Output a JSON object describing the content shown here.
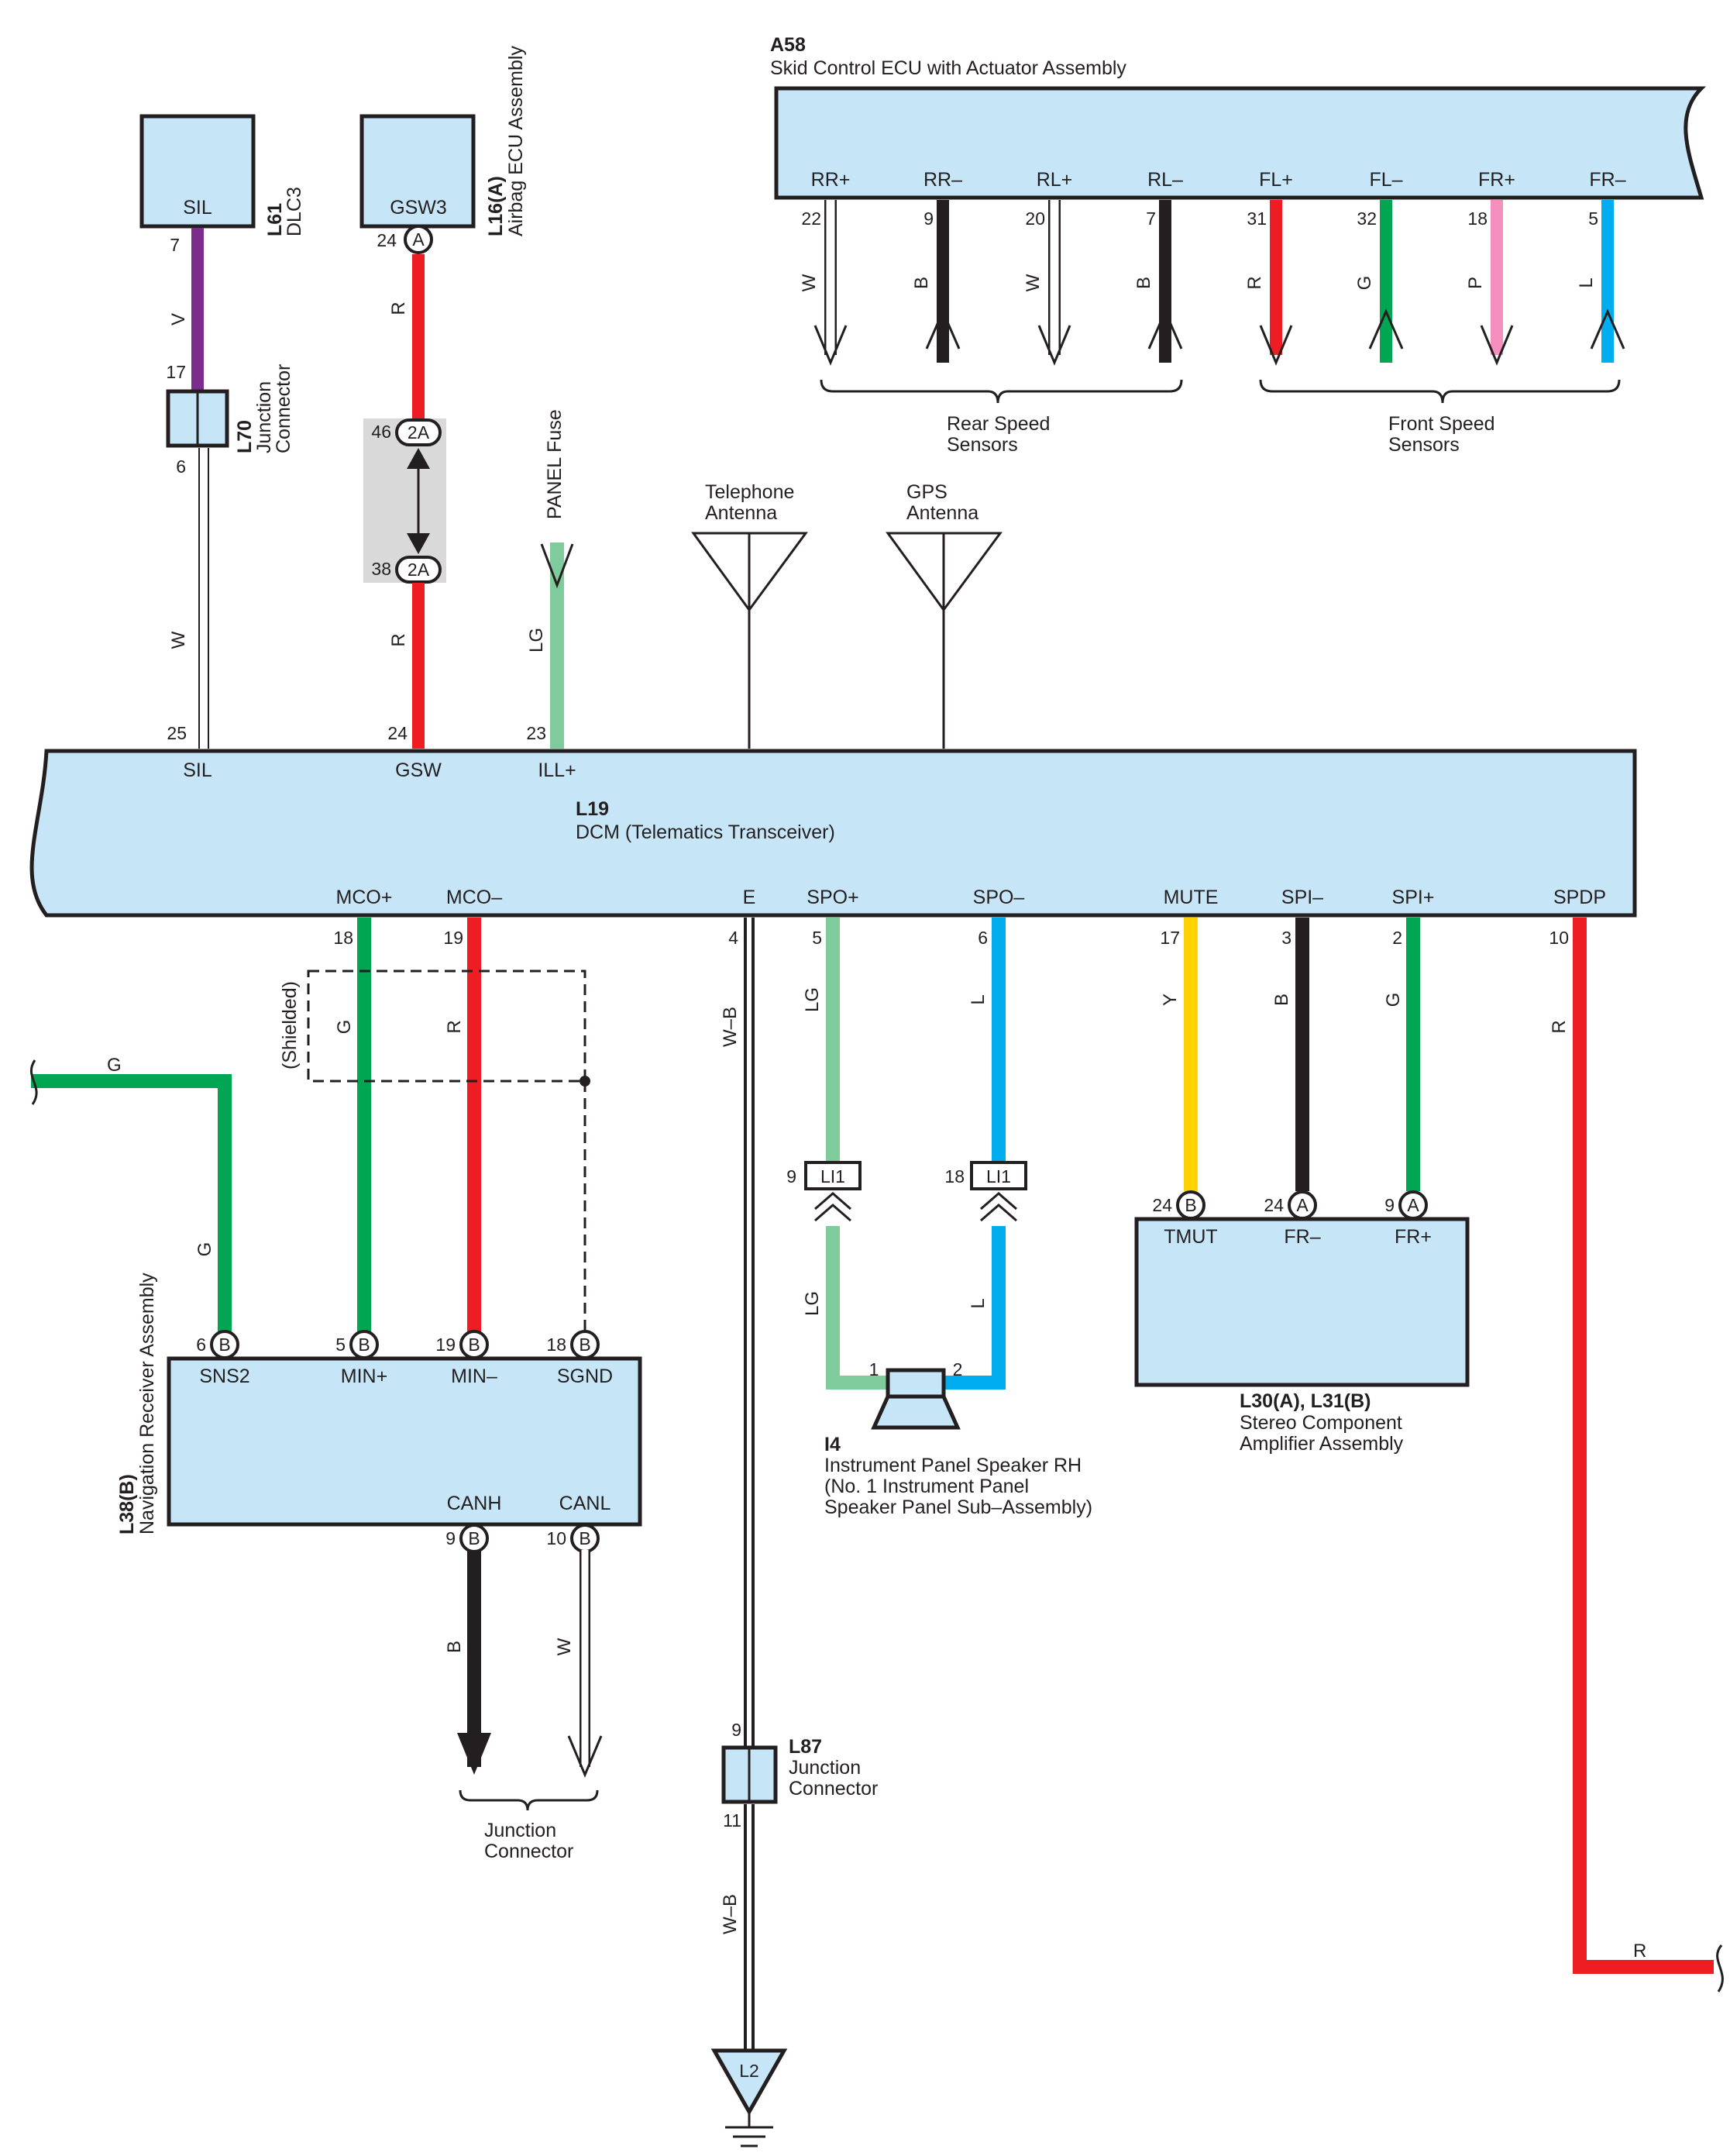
{
  "colors": {
    "component_fill": "#c6e6f8",
    "line": "#231f20",
    "V": "#7b2d8e",
    "R": "#ee1d23",
    "LG": "#7fcb9c",
    "G": "#00a651",
    "B": "#231f20",
    "W": "#ffffff",
    "P": "#f58fbd",
    "L": "#00aeef",
    "Y": "#ffd200",
    "shade": "#d9d9d9"
  },
  "components": {
    "a58": {
      "code": "A58",
      "name": "Skid Control ECU with Actuator Assembly"
    },
    "l19": {
      "code": "L19",
      "name": "DCM (Telematics Transceiver)"
    },
    "l61": {
      "code": "L61",
      "name": "DLC3",
      "terminal": "SIL"
    },
    "l16": {
      "code": "L16(A)",
      "name": "Airbag ECU Assembly",
      "terminal": "GSW3"
    },
    "l70": {
      "code": "L70",
      "name1": "Junction",
      "name2": "Connector"
    },
    "l38": {
      "code": "L38(B)",
      "name": "Navigation Receiver Assembly"
    },
    "l30": {
      "code": "L30(A), L31(B)",
      "name1": "Stereo Component",
      "name2": "Amplifier Assembly"
    },
    "i4": {
      "code": "I4",
      "name1": "Instrument Panel Speaker RH",
      "name2": "(No.  1 Instrument Panel",
      "name3": " Speaker Panel Sub–Assembly)"
    },
    "l87": {
      "code": "L87",
      "name1": "Junction",
      "name2": "Connector"
    },
    "l2": {
      "code": "L2"
    }
  },
  "labels": {
    "panel_fuse": "PANEL Fuse",
    "tel_ant1": "Telephone",
    "tel_ant2": "Antenna",
    "gps_ant1": "GPS",
    "gps_ant2": "Antenna",
    "rear1": "Rear Speed",
    "rear2": "Sensors",
    "front1": "Front Speed",
    "front2": "Sensors",
    "shielded": "(Shielded)",
    "jc1": "Junction",
    "jc2": "Connector"
  },
  "a58_terminals": [
    {
      "name": "RR+",
      "pin": "22",
      "wire": "W"
    },
    {
      "name": "RR–",
      "pin": "9",
      "wire": "B"
    },
    {
      "name": "RL+",
      "pin": "20",
      "wire": "W"
    },
    {
      "name": "RL–",
      "pin": "7",
      "wire": "B"
    },
    {
      "name": "FL+",
      "pin": "31",
      "wire": "R"
    },
    {
      "name": "FL–",
      "pin": "32",
      "wire": "G"
    },
    {
      "name": "FR+",
      "pin": "18",
      "wire": "P"
    },
    {
      "name": "FR–",
      "pin": "5",
      "wire": "L"
    }
  ],
  "l19_top_terminals": [
    {
      "name": "SIL",
      "pin": "25",
      "wire": "W"
    },
    {
      "name": "GSW",
      "pin": "24",
      "wire": "R"
    },
    {
      "name": "ILL+",
      "pin": "23",
      "wire": "LG"
    }
  ],
  "l19_bottom_terminals": [
    {
      "name": "MCO+",
      "pin": "18",
      "wire": "G"
    },
    {
      "name": "MCO–",
      "pin": "19",
      "wire": "R"
    },
    {
      "name": "E",
      "pin": "4",
      "wire": "W–B"
    },
    {
      "name": "SPO+",
      "pin": "5",
      "wire": "LG"
    },
    {
      "name": "SPO–",
      "pin": "6",
      "wire": "L"
    },
    {
      "name": "MUTE",
      "pin": "17",
      "wire": "Y"
    },
    {
      "name": "SPI–",
      "pin": "3",
      "wire": "B"
    },
    {
      "name": "SPI+",
      "pin": "2",
      "wire": "G"
    },
    {
      "name": "SPDP",
      "pin": "10",
      "wire": "R"
    }
  ],
  "l61_link": {
    "pin_top": "7",
    "wire_top": "V",
    "l70_in": "17",
    "l70_out": "6",
    "wire_bottom": "W"
  },
  "l16_link": {
    "pin": "24",
    "conn": "A",
    "wire_top": "R",
    "pin_2a_top": "46",
    "pin_2a_bottom": "38",
    "conn_2a": "2A",
    "wire_bottom": "R"
  },
  "l38_terminals": [
    {
      "name": "SNS2",
      "pin": "6",
      "conn": "B"
    },
    {
      "name": "MIN+",
      "pin": "5",
      "conn": "B"
    },
    {
      "name": "MIN–",
      "pin": "19",
      "conn": "B"
    },
    {
      "name": "SGND",
      "pin": "18",
      "conn": "B"
    },
    {
      "name": "CANH",
      "pin": "9",
      "conn": "B",
      "wire": "B"
    },
    {
      "name": "CANL",
      "pin": "10",
      "conn": "B",
      "wire": "W"
    }
  ],
  "sns2_wire": {
    "top": "G",
    "side": "G"
  },
  "li1_left": {
    "conn": "LI1",
    "pin": "9",
    "wire_below": "LG"
  },
  "li1_right": {
    "conn": "LI1",
    "pin": "18",
    "wire_below": "L"
  },
  "i4_pins": {
    "p1": "1",
    "p2": "2"
  },
  "l30_terminals": [
    {
      "name": "TMUT",
      "pin": "24",
      "conn": "B"
    },
    {
      "name": "FR–",
      "pin": "24",
      "conn": "A"
    },
    {
      "name": "FR+",
      "pin": "9",
      "conn": "A"
    }
  ],
  "l87_link": {
    "pin_in": "9",
    "pin_out": "11",
    "wire_out": "W–B"
  },
  "spdp_end_wire": "R"
}
